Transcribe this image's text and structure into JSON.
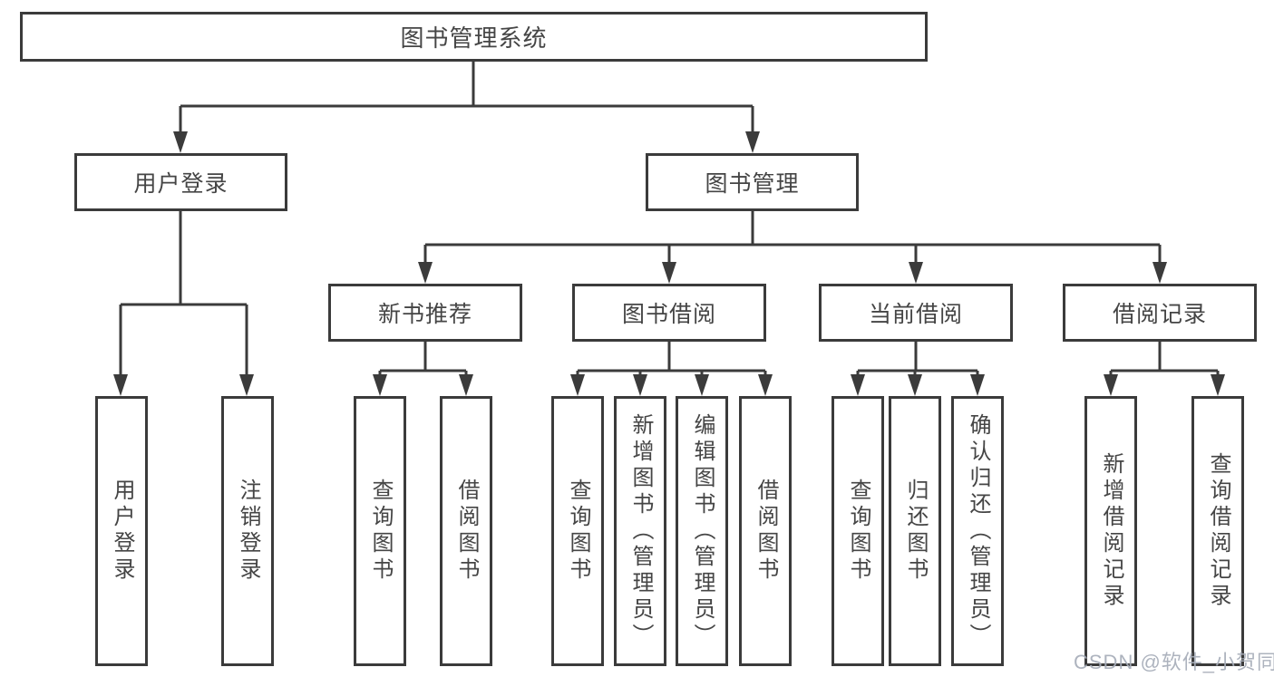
{
  "diagram": {
    "root": {
      "label": "图书管理系统"
    },
    "branches": [
      {
        "label": "用户登录",
        "children": [
          {
            "label": "用户登录"
          },
          {
            "label": "注销登录"
          }
        ]
      },
      {
        "label": "图书管理",
        "children": [
          {
            "label": "新书推荐",
            "children": [
              {
                "label": "查询图书"
              },
              {
                "label": "借阅图书"
              }
            ]
          },
          {
            "label": "图书借阅",
            "children": [
              {
                "label": "查询图书"
              },
              {
                "label": "新增图书（管理员）"
              },
              {
                "label": "编辑图书（管理员）"
              },
              {
                "label": "借阅图书"
              }
            ]
          },
          {
            "label": "当前借阅",
            "children": [
              {
                "label": "查询图书"
              },
              {
                "label": "归还图书"
              },
              {
                "label": "确认归还（管理员）"
              }
            ]
          },
          {
            "label": "借阅记录",
            "children": [
              {
                "label": "新增借阅记录"
              },
              {
                "label": "查询借阅记录"
              }
            ]
          }
        ]
      }
    ]
  },
  "watermark": {
    "text": "CSDN @软件_小贺同学"
  },
  "colors": {
    "line": "#3b3b3b",
    "text": "#454545",
    "background": "#ffffff",
    "watermark": "#a6adb8"
  }
}
